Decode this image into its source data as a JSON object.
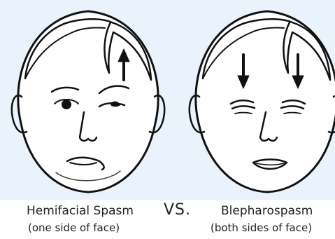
{
  "left": {
    "title": "Hemifacial Spasm",
    "subtitle": "(one side of face)"
  },
  "middle": {
    "vs": "VS."
  },
  "right": {
    "title": "Blepharospasm",
    "subtitle": "(both sides of face)"
  },
  "colors": {
    "background_panel": "#eaf3fb",
    "face_fill": "#ffffff",
    "outline": "#111111",
    "text": "#222222"
  },
  "icons": [
    "face-left-illustration",
    "face-right-illustration",
    "arrow-up-icon",
    "arrow-down-icon"
  ]
}
